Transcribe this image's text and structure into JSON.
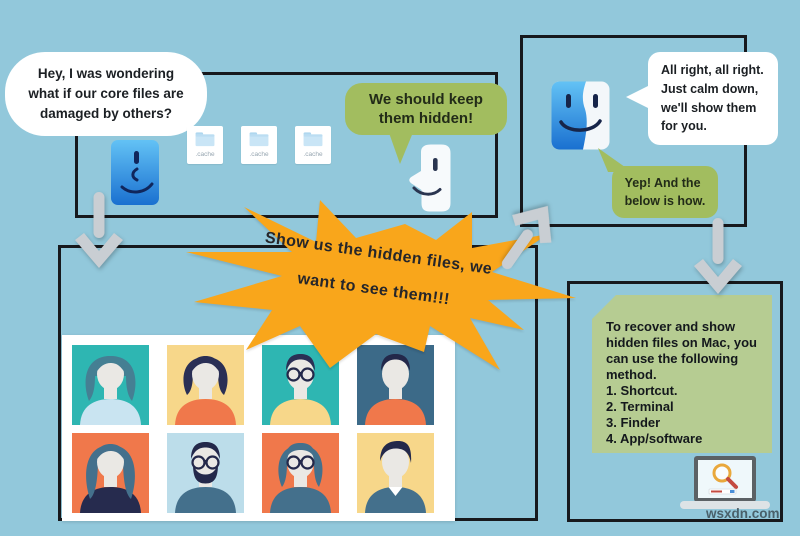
{
  "meta": {
    "watermark": "wsxdn.com"
  },
  "colors": {
    "background": "#92C8DB",
    "panel_border": "#17191D",
    "bubble_green": "#A2BD5F",
    "panel_green": "#B6CC92",
    "starburst_orange": "#F9A61B",
    "arrow_gray": "#C9CED3",
    "finder_blue_light": "#5FC0F3",
    "finder_blue_dark": "#1A70D0"
  },
  "panel_top_left": {
    "question_bubble": "Hey, I was wondering\nwhat if our core files are\ndamaged by others?",
    "cache_files": [
      {
        "label": ".cache"
      },
      {
        "label": ".cache"
      },
      {
        "label": ".cache"
      }
    ],
    "reply_bubble": "We should keep\nthem hidden!"
  },
  "panel_top_right": {
    "calm_bubble": "All right, all right.\nJust calm down,\nwe'll show them\nfor you.",
    "how_bubble": "Yep! And the\nbelow is how."
  },
  "starburst": {
    "line1": "Show us the hidden files, we",
    "line2": "want to see them!!!"
  },
  "panel_bottom_right": {
    "instructions": "To recover and show\nhidden files on Mac, you\ncan use the following\nmethod.\n1. Shortcut.\n2. Terminal\n3. Finder\n4. App/software"
  },
  "people": [
    {
      "bg": "#2EB6B2",
      "hair": "#457F93",
      "shirt": "#C9E4F1",
      "skin": "#EAE8E4",
      "style": "wavy",
      "glasses": false,
      "beard": false
    },
    {
      "bg": "#F7D78A",
      "hair": "#2A2F55",
      "shirt": "#F0784B",
      "skin": "#EAE8E4",
      "style": "bob",
      "glasses": false,
      "beard": false
    },
    {
      "bg": "#2EB6B2",
      "hair": "#2A2F55",
      "shirt": "#F7D78A",
      "skin": "#EAE8E4",
      "style": "short",
      "glasses": true,
      "beard": false
    },
    {
      "bg": "#3C6A88",
      "hair": "#23284A",
      "shirt": "#F0784B",
      "skin": "#EAE8E4",
      "style": "short",
      "glasses": false,
      "beard": false
    },
    {
      "bg": "#F0784B",
      "hair": "#44708C",
      "shirt": "#262B4E",
      "skin": "#EAE8E4",
      "style": "long",
      "glasses": false,
      "beard": false
    },
    {
      "bg": "#BCDDEA",
      "hair": "#23284A",
      "shirt": "#44708C",
      "skin": "#EAE8E4",
      "style": "short",
      "glasses": true,
      "beard": true
    },
    {
      "bg": "#F0784B",
      "hair": "#44708C",
      "shirt": "#44708C",
      "skin": "#EAE8E4",
      "style": "bobbangs",
      "glasses": true,
      "beard": false
    },
    {
      "bg": "#F7D78A",
      "hair": "#23284A",
      "shirt": "#44708C",
      "skin": "#EAE8E4",
      "style": "quiff",
      "glasses": false,
      "beard": false
    }
  ]
}
